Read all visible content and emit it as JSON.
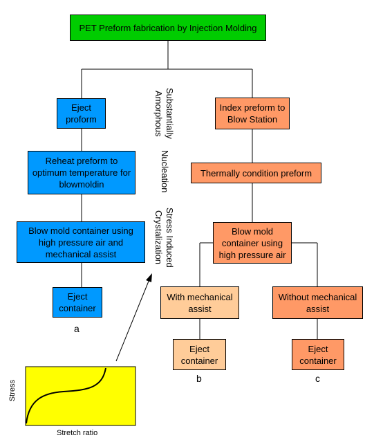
{
  "boxes": {
    "pet_preform": "PET Preform fabrication by Injection Molding",
    "eject_proform": "Eject proform",
    "reheat_preform": "Reheat preform to optimum temperature for blowmoldin",
    "blow_mold_mechanical": "Blow mold container using high pressure air and mechanical assist",
    "eject_container_a": "Eject container",
    "index_preform": "Index preform to Blow Station",
    "thermally_condition": "Thermally condition preform",
    "blow_mold_air": "Blow mold container using high pressure air",
    "with_mechanical": "With mechanical assist",
    "without_mechanical": "Without mechanical assist",
    "eject_container_b": "Eject container",
    "eject_container_c": "Eject container"
  },
  "stage_labels": {
    "amorphous": "Substantially Amorphous",
    "nucleation": "Nucleation",
    "stress_crystallization": "Stress Induced Crystalization"
  },
  "branch_labels": {
    "a": "a",
    "b": "b",
    "c": "c"
  },
  "inset_graph": {
    "ylabel": "Stress",
    "xlabel": "Stretch ratio",
    "fill_color": "#ffff00"
  },
  "colors": {
    "green": "#00cc00",
    "blue": "#0099ff",
    "orange": "#ff9966",
    "peach": "#ffcc99"
  }
}
